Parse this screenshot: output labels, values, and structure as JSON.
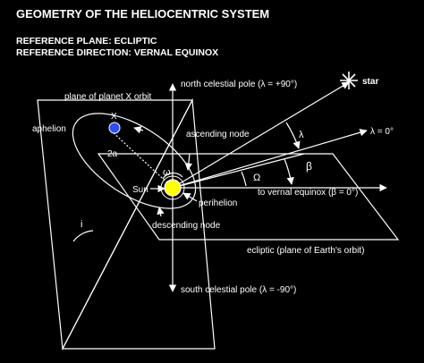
{
  "header": {
    "title": "GEOMETRY OF THE HELIOCENTRIC SYSTEM",
    "reference_plane": "REFERENCE PLANE: ECLIPTIC",
    "reference_direction": "REFERENCE DIRECTION: VERNAL EQUINOX"
  },
  "labels": {
    "north_pole": "north celestial pole (λ = +90°)",
    "south_pole": "south celestial pole (λ = -90°)",
    "star": "star",
    "lambda_zero": "λ = 0°",
    "lambda": "λ",
    "beta": "β",
    "omega_upper": "Ω",
    "omega_lower": "ω",
    "orbit_plane": "plane of planet X orbit",
    "planet": "X",
    "aphelion": "aphelion",
    "two_a": "2a",
    "sun": "Sun",
    "ascending_node": "ascending node",
    "perihelion": "perihelion",
    "descending_node": "descending node",
    "vernal_equinox": "to vernal equinox (β = 0°)",
    "inclination": "i",
    "ecliptic": "ecliptic (plane of Earth's orbit)"
  },
  "colors": {
    "background": "#000000",
    "lines": "#ffffff",
    "planet": "#2a4fff",
    "sun": "#ffff00"
  },
  "icons": {
    "star": "star-burst-icon"
  }
}
